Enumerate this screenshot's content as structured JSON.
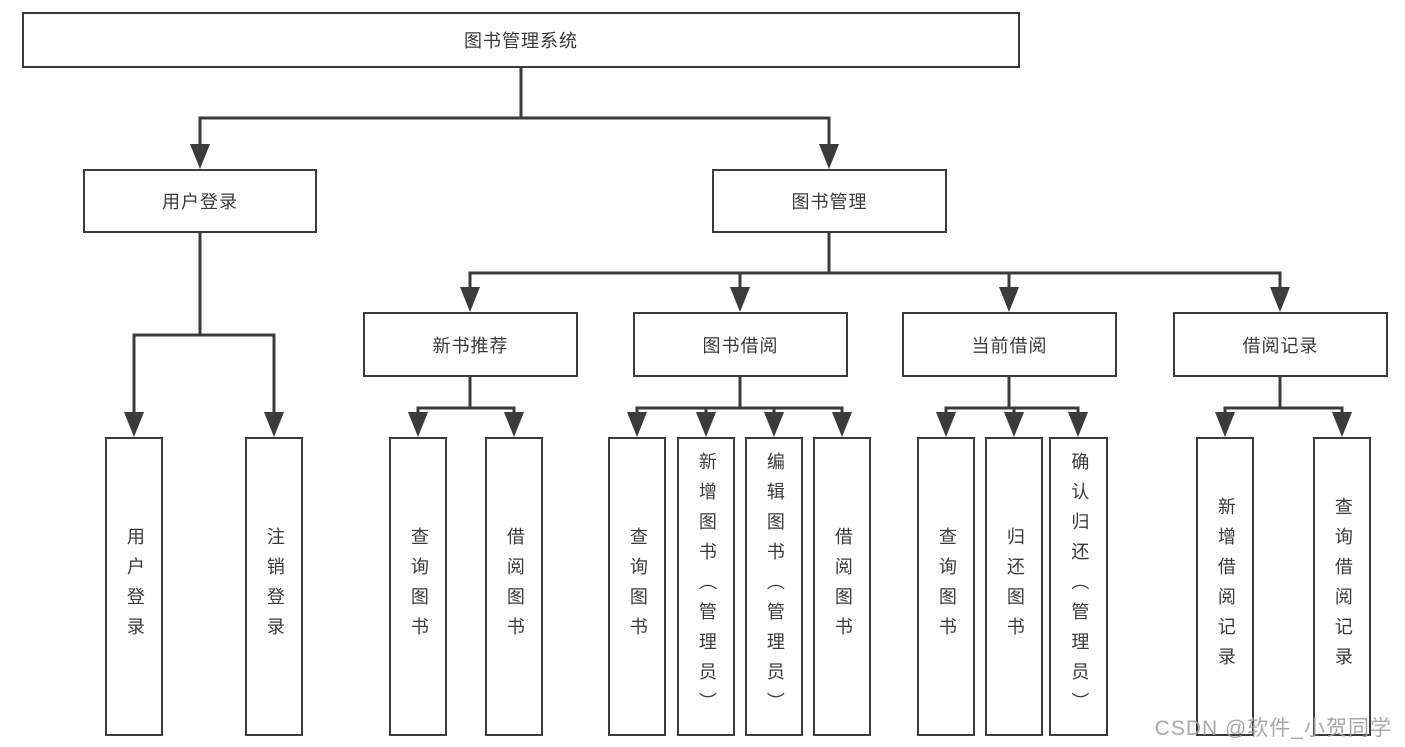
{
  "colors": {
    "line": "#3b3b3b",
    "box_border": "#3b3b3b",
    "text": "#3a3a3a",
    "background": "#ffffff",
    "watermark": "#9e9e9e"
  },
  "watermark": {
    "text": "CSDN @软件_小贺同学"
  },
  "tree": {
    "root": {
      "label": "图书管理系统"
    },
    "branches": [
      {
        "label": "用户登录",
        "children": [
          {
            "label": "用户登录"
          },
          {
            "label": "注销登录"
          }
        ]
      },
      {
        "label": "图书管理",
        "children": [
          {
            "label": "新书推荐",
            "children": [
              {
                "label": "查询图书"
              },
              {
                "label": "借阅图书"
              }
            ]
          },
          {
            "label": "图书借阅",
            "children": [
              {
                "label": "查询图书"
              },
              {
                "label": "新增图书（管理员）"
              },
              {
                "label": "编辑图书（管理员）"
              },
              {
                "label": "借阅图书"
              }
            ]
          },
          {
            "label": "当前借阅",
            "children": [
              {
                "label": "查询图书"
              },
              {
                "label": "归还图书"
              },
              {
                "label": "确认归还（管理员）"
              }
            ]
          },
          {
            "label": "借阅记录",
            "children": [
              {
                "label": "新增借阅记录"
              },
              {
                "label": "查询借阅记录"
              }
            ]
          }
        ]
      }
    ]
  }
}
